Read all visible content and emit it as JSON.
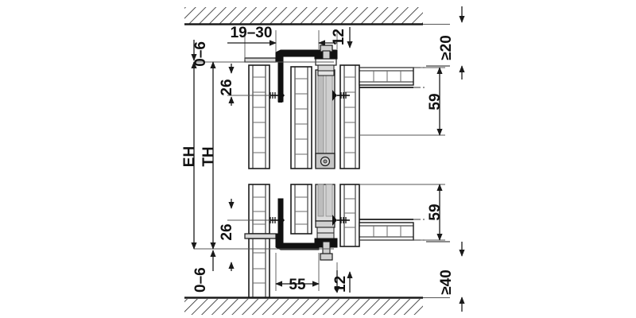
{
  "drawing": {
    "title": "Sliding door fitting installation cross-section",
    "units": "mm",
    "line_color": "#1a1a1a",
    "fill_light": "#e8e8e8",
    "fill_mid": "#c9c9c9",
    "fill_dark": "#8f8f8f",
    "hatch_color": "#1a1a1a"
  },
  "dimensions": {
    "gap_top": "0–6",
    "gap_bottom": "0–6",
    "overlay_top": "19–30",
    "offset_top_right": "12",
    "offset_bottom_right": "12",
    "screw_top": "26",
    "screw_bottom": "26",
    "door_height_outer": "EH",
    "door_height_inner": "TH",
    "depth_bottom": "55",
    "carcase_top": "59",
    "carcase_bottom": "59",
    "clearance_top": "≥20",
    "clearance_bottom": "≥40"
  },
  "labels": {
    "ceiling": "ceiling-hatch",
    "floor": "floor-hatch",
    "upper_assembly": "upper-door-assembly",
    "lower_assembly": "lower-door-assembly",
    "runner": "runner-mechanism",
    "screw": "countersunk-screw"
  }
}
